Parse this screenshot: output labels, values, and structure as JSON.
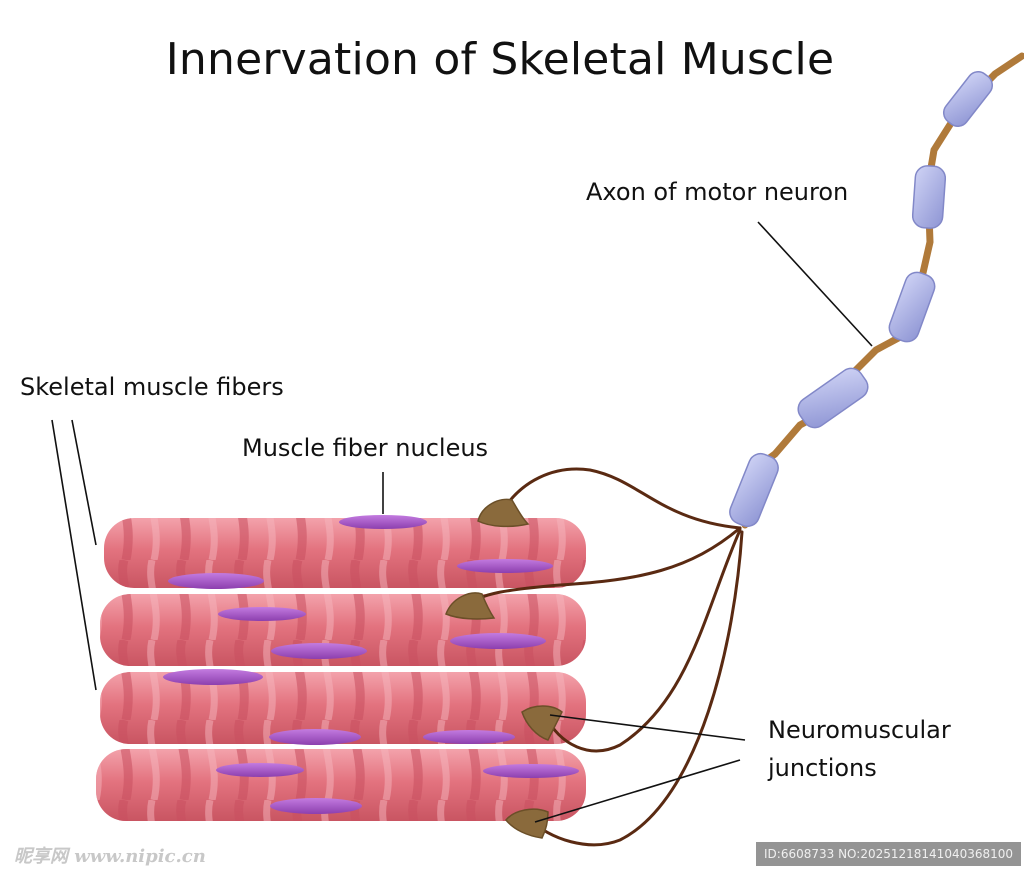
{
  "title": "Innervation of Skeletal Muscle",
  "labels": {
    "axon": "Axon of motor neuron",
    "fibers": "Skeletal muscle fibers",
    "nucleus": "Muscle fiber nucleus",
    "nmj_line1": "Neuromuscular",
    "nmj_line2": "junctions"
  },
  "watermark": {
    "left": "昵享网 www.nipic.cn",
    "right": "ID:6608733 NO:20251218141040368100"
  },
  "colors": {
    "muscle_fiber": "#e3737f",
    "muscle_stripe": "#c84e5e",
    "nucleus": "#a85bc9",
    "myelin": "#aeb4e6",
    "axon": "#b07a3a",
    "junction": "#8a6a3c",
    "nerve_branch": "#5a2a12"
  }
}
